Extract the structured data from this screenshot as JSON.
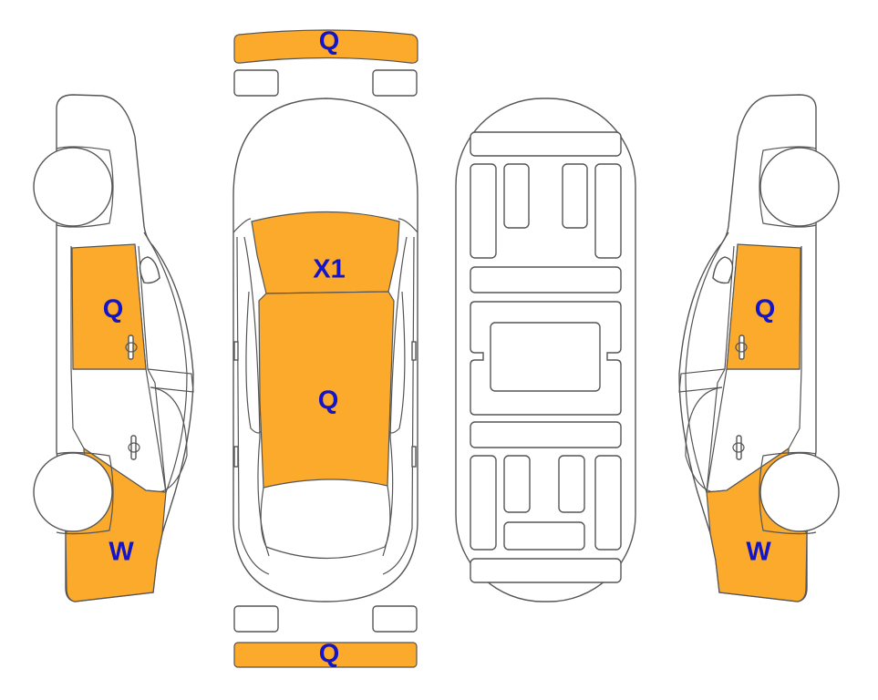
{
  "colors": {
    "damage_fill": "#FBAA2C",
    "label": "#1414C8",
    "outline": "#555555"
  },
  "zones": {
    "front_bumper": {
      "code": "Q"
    },
    "windshield": {
      "code": "X1"
    },
    "roof": {
      "code": "Q"
    },
    "rear_bumper": {
      "code": "Q"
    },
    "left_front_door": {
      "code": "Q"
    },
    "left_rear_fender": {
      "code": "W"
    },
    "right_front_door": {
      "code": "Q"
    },
    "right_rear_fender": {
      "code": "W"
    }
  }
}
